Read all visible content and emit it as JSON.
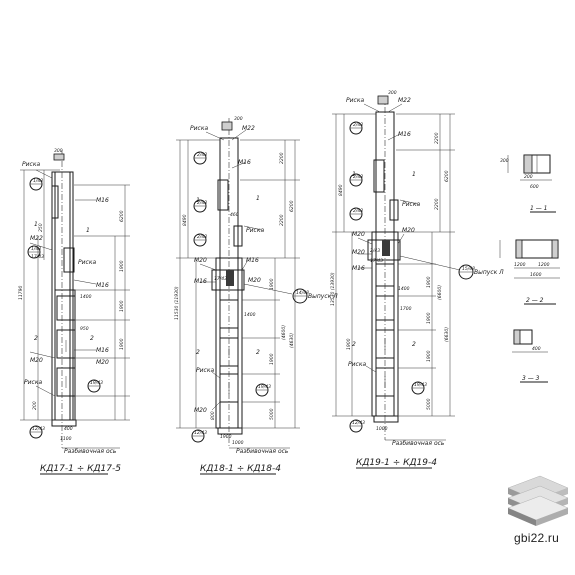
{
  "drawings": {
    "kd17": {
      "title": "КД17-1 ÷ КД17-5",
      "axis_label": "Разбивочная ось",
      "labels": [
        "Риска",
        "Риска",
        "Риска",
        "M16",
        "M16",
        "M16",
        "M20",
        "M20",
        "M22",
        "1",
        "1",
        "2",
        "2"
      ],
      "dims": [
        "11790",
        "6200",
        "1900",
        "1400",
        "1900",
        "950",
        "1900",
        "400",
        "300",
        "1100",
        "200",
        "250"
      ],
      "refs": [
        "1/43",
        "1/43",
        "17/43",
        "19/43",
        "12/43"
      ]
    },
    "kd18": {
      "title": "КД18-1 ÷ КД18-4",
      "axis_label": "Разбивочная ось",
      "callout": "Выпуск Л",
      "labels": [
        "Риска",
        "Риска",
        "Риска",
        "M22",
        "M16",
        "M16",
        "M20",
        "M20",
        "M16",
        "M20",
        "1",
        "1",
        "2",
        "2"
      ],
      "dims": [
        "8490",
        "11530 (11930)",
        "6200",
        "2200",
        "2200",
        "1900",
        "1400",
        "5000",
        "1900",
        "800",
        "1900",
        "460",
        "300",
        "(4630)",
        "(4600)",
        "1000"
      ],
      "refs": [
        "2/43",
        "2/43",
        "2/43",
        "17/43",
        "19/43",
        "12/43",
        "14/48"
      ]
    },
    "kd19": {
      "title": "КД19-1 ÷ КД19-4",
      "axis_label": "Разбивочная ось",
      "callout": "Выпуск Л",
      "labels": [
        "Риска",
        "Риска",
        "Риска",
        "M22",
        "M16",
        "M16",
        "M20",
        "M20",
        "M20",
        "1",
        "1",
        "2",
        "2"
      ],
      "dims": [
        "8490",
        "13530 (13930)",
        "6200",
        "2200",
        "2200",
        "1900",
        "1900",
        "1900",
        "5000",
        "(6630)",
        "(6600)",
        "1700",
        "1900",
        "1400",
        "1000",
        "300"
      ],
      "refs": [
        "2/43",
        "2/43",
        "2/43",
        "2/43",
        "17/43",
        "19/43",
        "12/43",
        "15/48"
      ]
    }
  },
  "sections": {
    "s1": {
      "label": "1 — 1",
      "dims": [
        "300",
        "200",
        "600"
      ]
    },
    "s2": {
      "label": "2 — 2",
      "dims": [
        "1200",
        "1200",
        "1600"
      ]
    },
    "s3": {
      "label": "3 — 3",
      "dims": [
        "400"
      ]
    }
  },
  "brand": {
    "site": "gbi22.ru",
    "logo_icon": "stacked-slabs-logo"
  }
}
